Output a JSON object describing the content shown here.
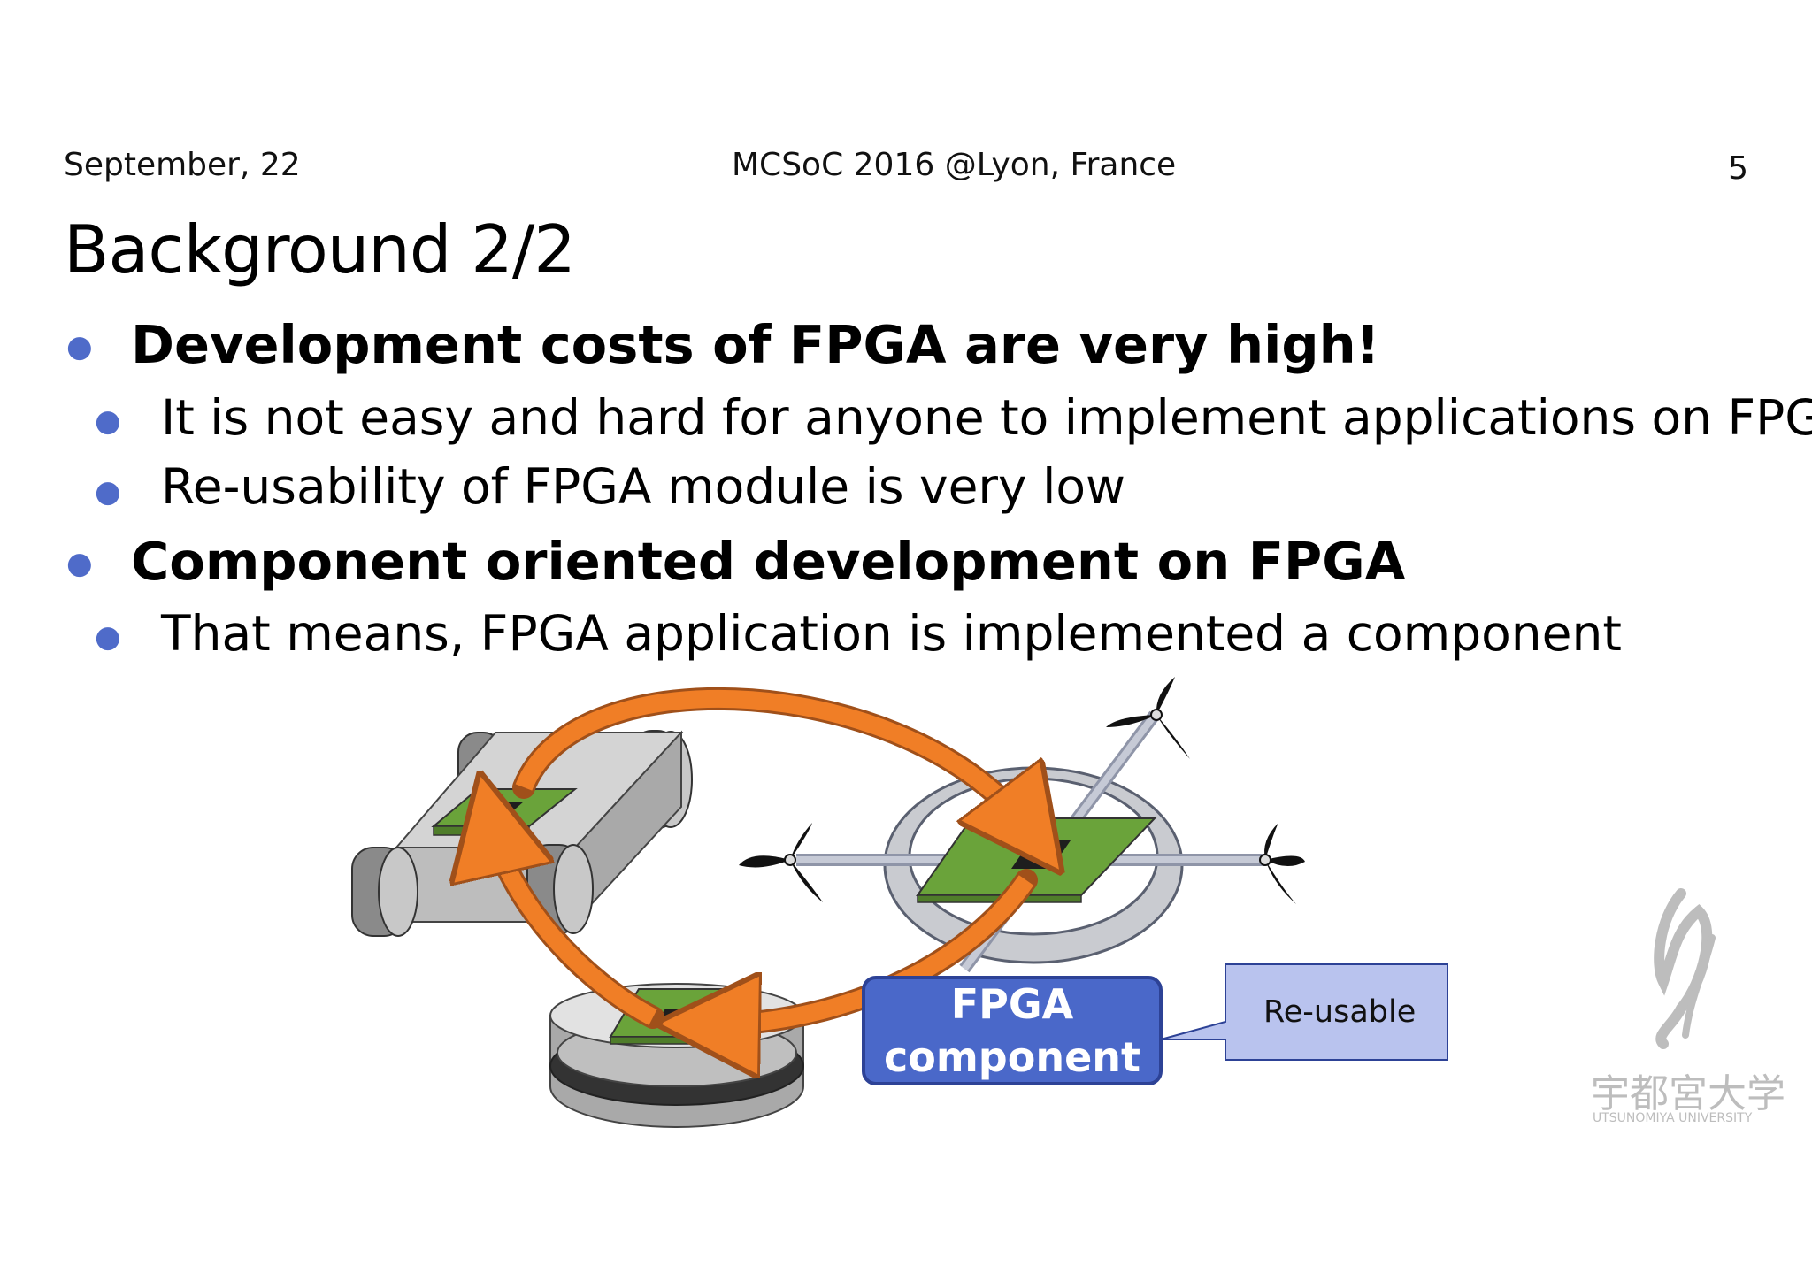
{
  "header": {
    "date": "September, 22",
    "conference": "MCSoC 2016 @Lyon, France",
    "page_number": "5"
  },
  "title": "Background 2/2",
  "bullets": [
    {
      "level": 1,
      "text": "Development costs of FPGA are very high!"
    },
    {
      "level": 2,
      "text": "It is not easy and hard for anyone to implement applications on FPGA"
    },
    {
      "level": 2,
      "text": "Re-usability of FPGA module is very low"
    },
    {
      "level": 1,
      "text": "Component oriented development on FPGA"
    },
    {
      "level": 2,
      "text": "That means, FPGA application is implemented a component"
    }
  ],
  "diagram": {
    "fpga_component_label_line1": "FPGA",
    "fpga_component_label_line2": "component",
    "callout_label": "Re-usable",
    "devices": [
      "rover-robot",
      "drone",
      "round-robot"
    ]
  },
  "logo": {
    "name_jp": "宇都宮大学",
    "name_en": "UTSUNOMIYA UNIVERSITY"
  },
  "colors": {
    "bullet": "#4f6bc9",
    "arrow": "#f07e26",
    "board": "#6aa33a",
    "component_box": "#4a68c9",
    "callout_box": "#b9c3ee"
  }
}
